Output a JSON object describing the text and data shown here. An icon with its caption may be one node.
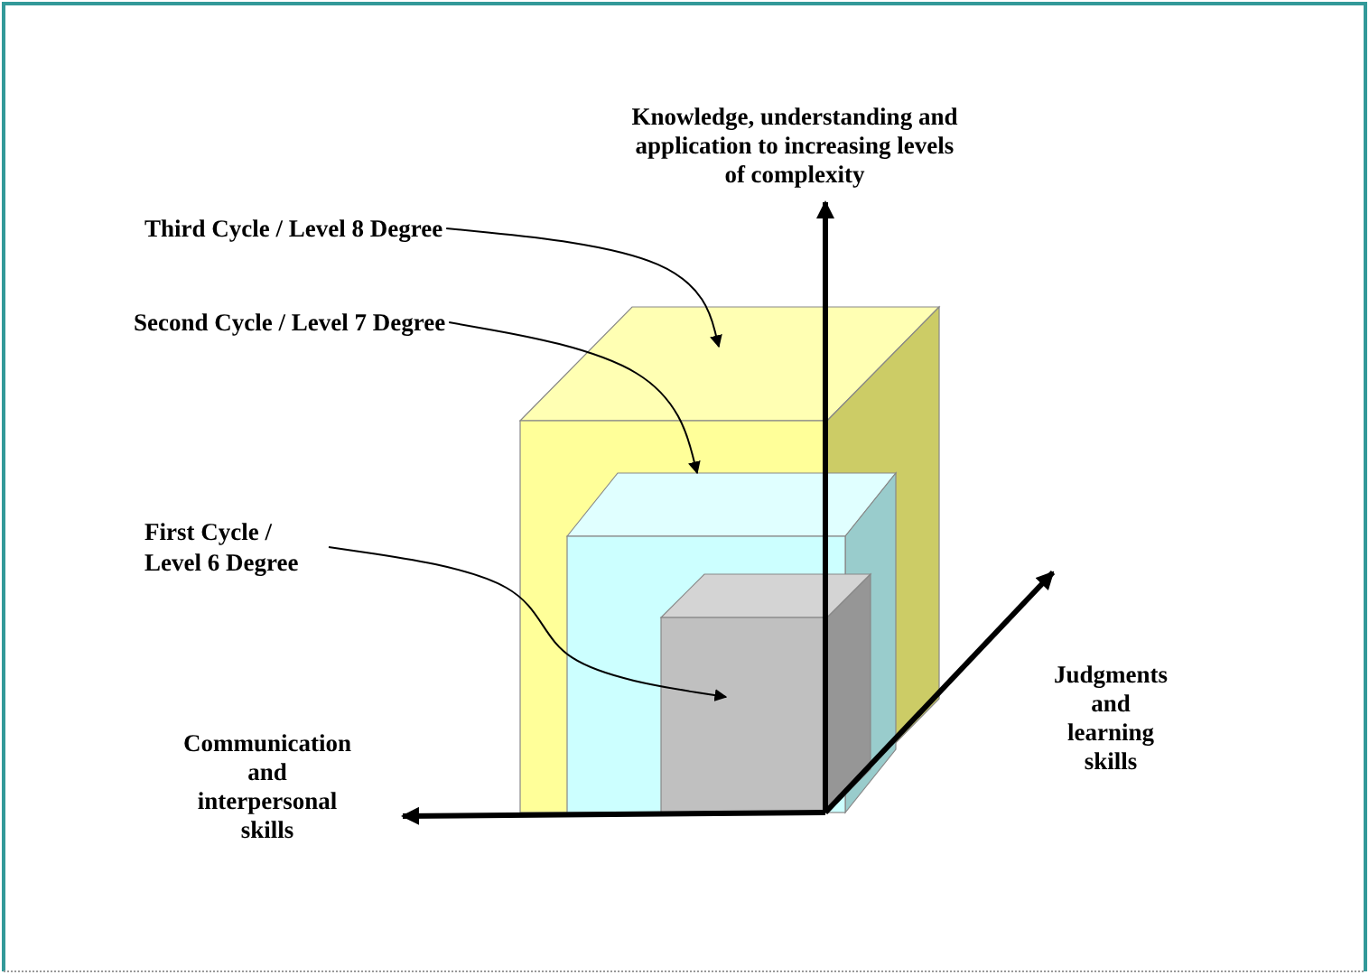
{
  "diagram": {
    "nodes": [
      {
        "text": [
          "Third Cycle / Level 8 Degree"
        ]
      },
      {
        "text": [
          "Second Cycle / Level 7 Degree"
        ]
      },
      {
        "text": [
          "First Cycle / Level 6 Degree"
        ]
      },
      {
        "text": [],
        "shape": "box"
      },
      {
        "text": [],
        "shape": "box",
        "in": 3
      },
      {
        "text": [],
        "shape": "box",
        "in": 4
      }
    ],
    "edges": [
      {
        "from": 0,
        "to": 3,
        "arrow": "to"
      },
      {
        "from": 1,
        "to": 4,
        "arrow": "to"
      },
      {
        "from": 2,
        "to": 5,
        "arrow": "to"
      }
    ],
    "labels": [
      "Knowledge, understanding and application to increasing levels of complexity",
      "Judgments and learning skills",
      "Communication and interpersonal skills"
    ]
  }
}
